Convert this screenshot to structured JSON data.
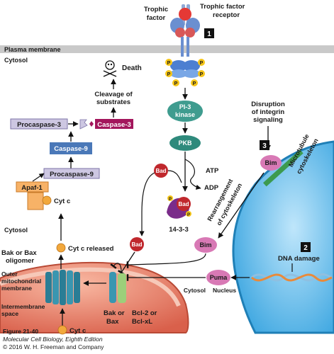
{
  "membrane": {
    "plasma_membrane": "Plasma membrane",
    "cytosol_top": "Cytosol"
  },
  "receptor": {
    "trophic_factor_1": "Trophic",
    "trophic_factor_2": "factor",
    "receptor_1": "Trophic factor",
    "receptor_2": "receptor",
    "step": "1"
  },
  "phospho": {
    "p": "P"
  },
  "pathway": {
    "pi3_1": "PI-3",
    "pi3_2": "kinase",
    "pkb": "PKB",
    "atp": "ATP",
    "adp": "ADP",
    "bad": "Bad",
    "complex": "14-3-3",
    "death": "Death",
    "cleavage_1": "Cleavage of",
    "cleavage_2": "substrates",
    "caspase3": "Caspase-3",
    "procaspase3": "Procaspase-3",
    "caspase9": "Caspase-9",
    "procaspase9": "Procaspase-9",
    "apaf1": "Apaf-1",
    "cytc": "Cyt c",
    "cytc_released": "Cyt c released",
    "bak_bax_oligomer_1": "Bak or Bax",
    "bak_bax_oligomer_2": "oligomer",
    "bak_bax_1": "Bak or",
    "bak_bax_2": "Bax",
    "bcl_1": "Bcl-2 or",
    "bcl_2": "Bcl-xL",
    "bim": "Bim",
    "puma": "Puma",
    "integrin_1": "Disruption",
    "integrin_2": "of integrin",
    "integrin_3": "signaling",
    "step3": "3",
    "microtubule_1": "Microtubule",
    "microtubule_2": "cytoskeleton",
    "rearr_1": "Rearrangement",
    "rearr_2": "of cytoskeleton",
    "step2": "2",
    "dna_damage": "DNA damage"
  },
  "regions": {
    "cytosol_mid": "Cytosol",
    "outer_1": "Outer",
    "outer_2": "mitochondrial",
    "outer_3": "membrane",
    "inter_1": "Intermembrane",
    "inter_2": "space",
    "cytosol_nuc": "Cytosol",
    "nucleus": "Nucleus"
  },
  "caption": {
    "figure": "Figure 21-40",
    "book": "Molecular Cell Biology, Eighth Edition",
    "copyright": "© 2016 W. H. Freeman and Company"
  },
  "colors": {
    "membrane_gray": "#c9c9c9",
    "nucleus_blue": "#4fb3e8",
    "mito_red": "#e87a62",
    "pi3_teal": "#3f9c8f",
    "pkb_teal": "#2e8a7c",
    "bad_red": "#c0282d",
    "bim_pink": "#d879b5",
    "casp3_magenta": "#a3165c",
    "casp9_blue": "#4a78b8",
    "procasp_lavender": "#cdc7e2",
    "apaf_orange": "#f7b267",
    "cytc_orange": "#f2a83c",
    "step_box": "#111111",
    "microtubule_green": "#3c9a4f"
  }
}
